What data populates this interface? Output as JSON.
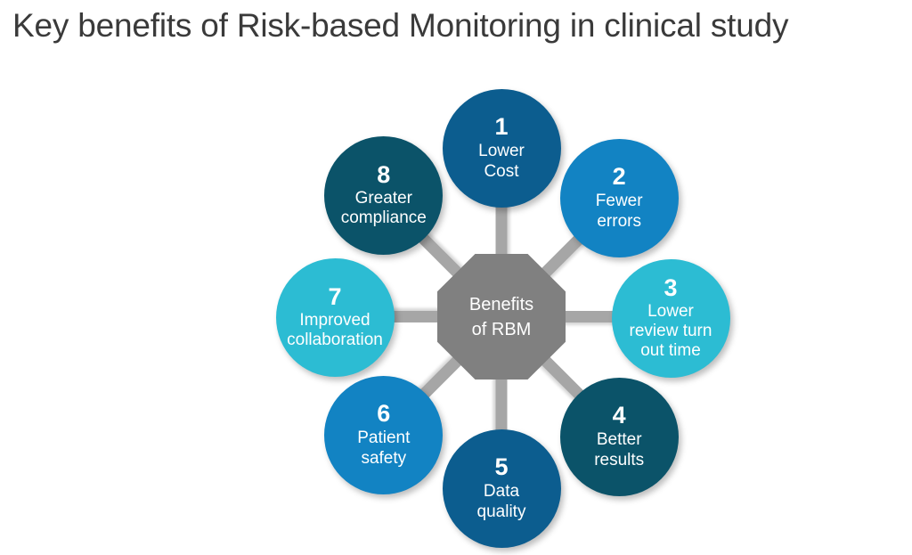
{
  "slide": {
    "title": "Key benefits of Risk-based Monitoring in clinical study",
    "background_color": "#ffffff",
    "title_color": "#3a3a3a"
  },
  "diagram": {
    "type": "radial-hub-and-spoke",
    "hub": {
      "shape": "octagon",
      "label": "Benefits\nof RBM",
      "color": "#808080",
      "text_color": "#ffffff"
    },
    "spoke_color": "#a6a6a6",
    "nodes": [
      {
        "number": "1",
        "label": "Lower\nCost",
        "color": "#0c5d8f",
        "position": "north"
      },
      {
        "number": "2",
        "label": "Fewer\nerrors",
        "color": "#1283c3",
        "position": "north-east"
      },
      {
        "number": "3",
        "label": "Lower\nreview turn\nout time",
        "color": "#2cbcd3",
        "position": "east"
      },
      {
        "number": "4",
        "label": "Better\nresults",
        "color": "#0b5369",
        "position": "south-east"
      },
      {
        "number": "5",
        "label": "Data\nquality",
        "color": "#0c5d8f",
        "position": "south"
      },
      {
        "number": "6",
        "label": "Patient\nsafety",
        "color": "#1283c3",
        "position": "south-west"
      },
      {
        "number": "7",
        "label": "Improved\ncollaboration",
        "color": "#2cbcd3",
        "position": "west"
      },
      {
        "number": "8",
        "label": "Greater\ncompliance",
        "color": "#0b5369",
        "position": "north-west"
      }
    ]
  }
}
